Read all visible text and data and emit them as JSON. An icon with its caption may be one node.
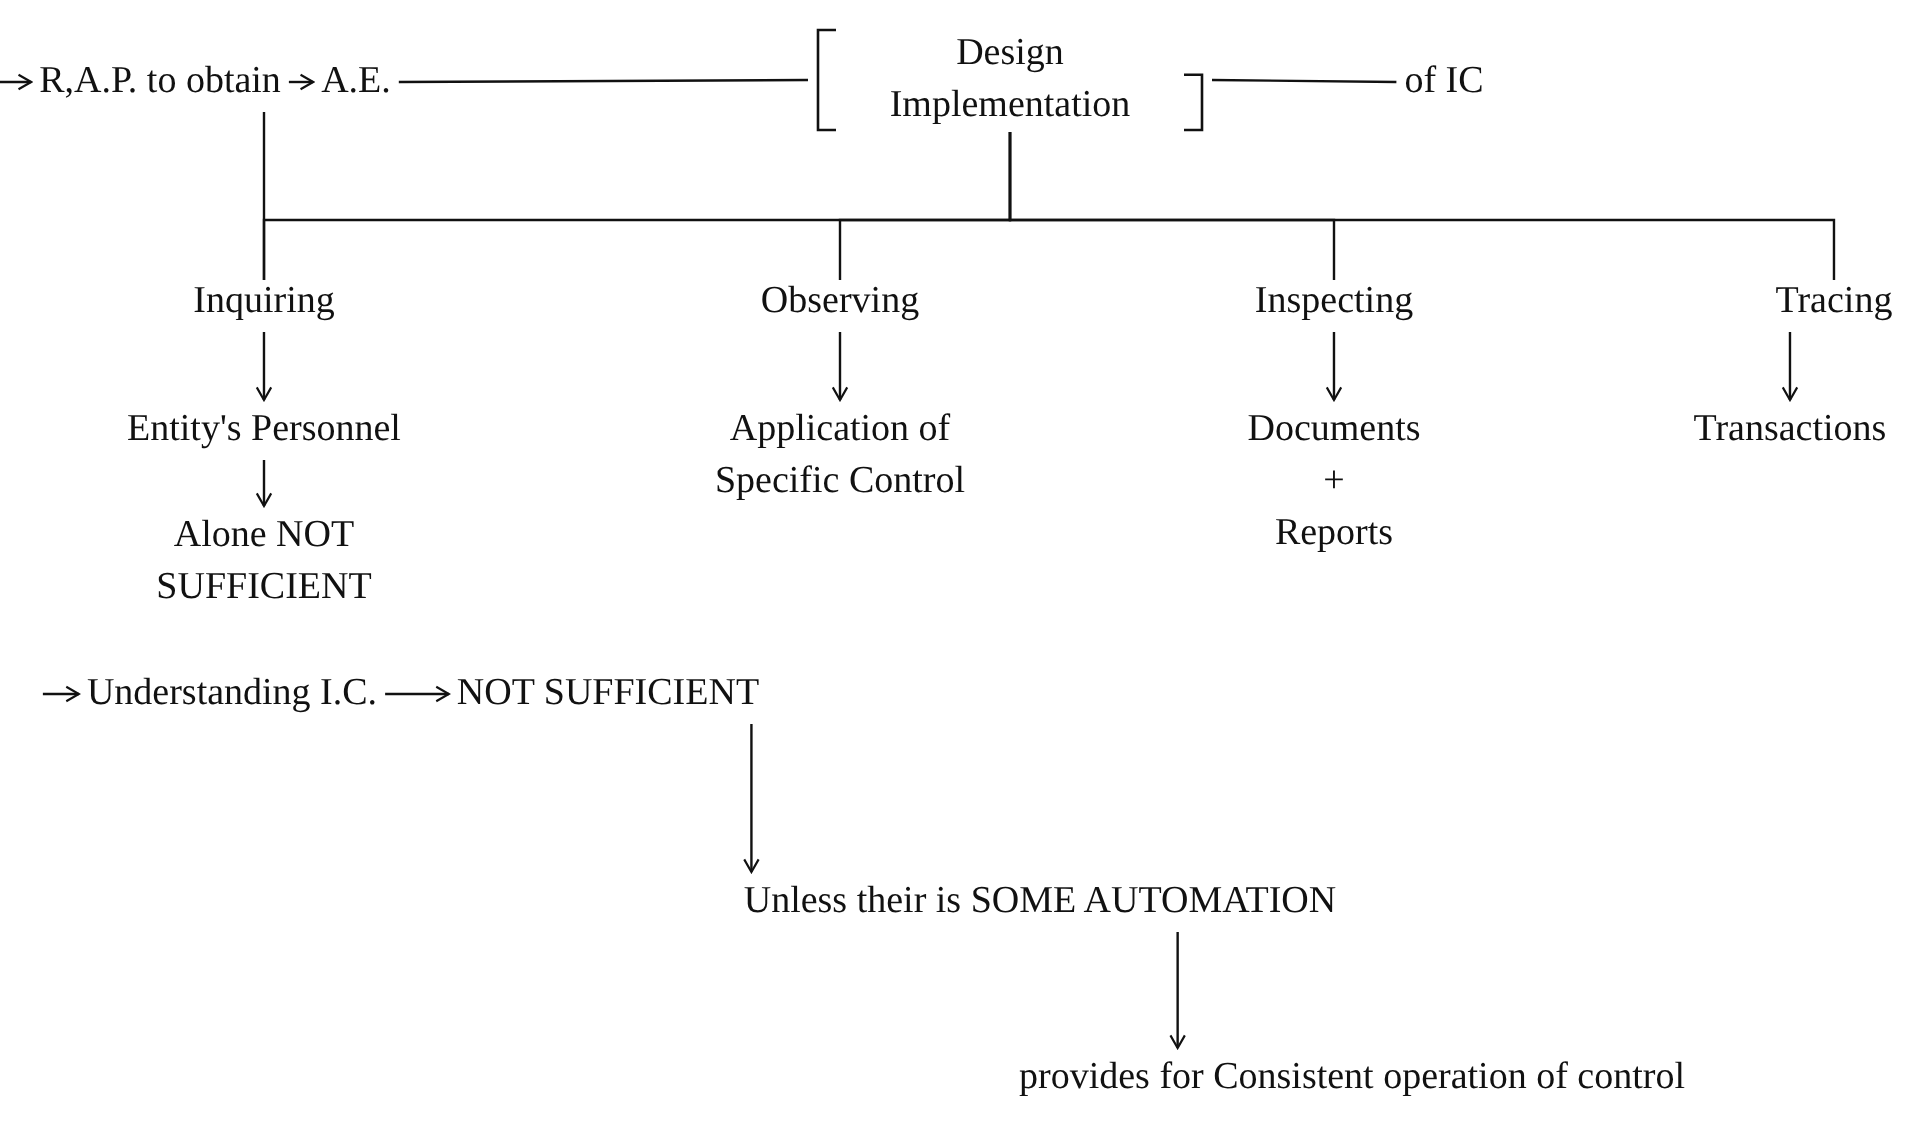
{
  "diagram": {
    "nodes": [
      {
        "text": [
          "R,A.P. to obtain"
        ]
      },
      {
        "text": [
          "A.E."
        ]
      },
      {
        "text": [
          "Design",
          "Implementation"
        ]
      },
      {
        "text": [
          "of IC"
        ]
      },
      {
        "text": [
          "Inquiring"
        ]
      },
      {
        "text": [
          "Observing"
        ]
      },
      {
        "text": [
          "Inspecting"
        ]
      },
      {
        "text": [
          "Tracing"
        ]
      },
      {
        "text": [
          "Entity's Personnel"
        ]
      },
      {
        "text": [
          "Alone NOT SUFFICIENT"
        ]
      },
      {
        "text": [
          "Application of Specific Control"
        ]
      },
      {
        "text": [
          "Documents",
          "+",
          "Reports"
        ]
      },
      {
        "text": [
          "Transactions"
        ]
      },
      {
        "text": [
          "Understanding I.C."
        ]
      },
      {
        "text": [
          "NOT SUFFICIENT"
        ]
      },
      {
        "text": [
          "Unless their is SOME AUTOMATION"
        ]
      },
      {
        "text": [
          "provides for Consistent operation of control"
        ]
      }
    ],
    "edges": [
      {
        "from": null,
        "to": 0,
        "arrow": "to"
      },
      {
        "from": 0,
        "to": 1,
        "arrow": "to"
      },
      {
        "from": 1,
        "to": 2,
        "arrow": "none"
      },
      {
        "from": 2,
        "to": 3,
        "arrow": "none"
      },
      {
        "from": 0,
        "to": 4,
        "arrow": "none"
      },
      {
        "from": 2,
        "to": 4,
        "arrow": "none"
      },
      {
        "from": 2,
        "to": 5,
        "arrow": "none"
      },
      {
        "from": 2,
        "to": 6,
        "arrow": "none"
      },
      {
        "from": 2,
        "to": 7,
        "arrow": "none"
      },
      {
        "from": 4,
        "to": 8,
        "arrow": "to"
      },
      {
        "from": 8,
        "to": 9,
        "arrow": "to"
      },
      {
        "from": 5,
        "to": 10,
        "arrow": "to"
      },
      {
        "from": 6,
        "to": 11,
        "arrow": "to"
      },
      {
        "from": 7,
        "to": 12,
        "arrow": "to"
      },
      {
        "from": null,
        "to": 13,
        "arrow": "to"
      },
      {
        "from": 13,
        "to": 14,
        "arrow": "to"
      },
      {
        "from": 14,
        "to": 15,
        "arrow": "to"
      },
      {
        "from": 15,
        "to": 16,
        "arrow": "to"
      }
    ]
  }
}
